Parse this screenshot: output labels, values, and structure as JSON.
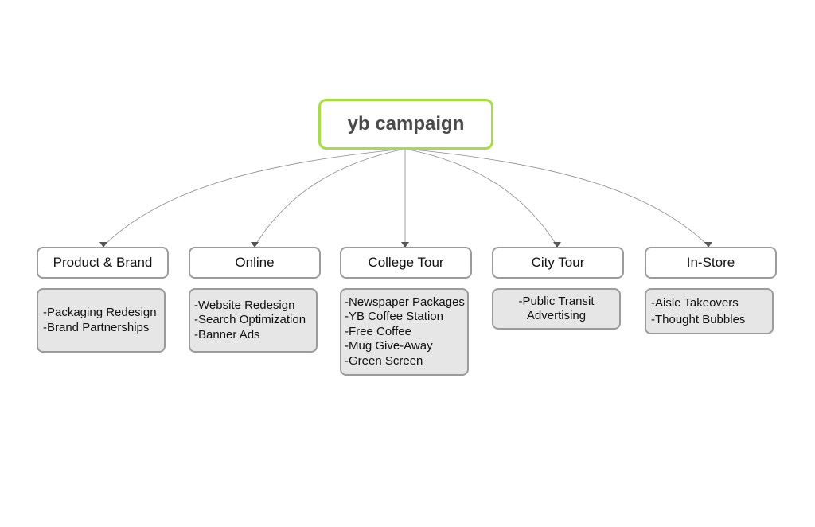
{
  "root": {
    "label": "yb campaign",
    "border_color": "#a3e03a"
  },
  "branches": [
    {
      "title": "Product & Brand",
      "items": [
        "-Packaging Redesign",
        "-Brand Partnerships"
      ]
    },
    {
      "title": "Online",
      "items": [
        "-Website Redesign",
        "-Search Optimization",
        "-Banner Ads"
      ]
    },
    {
      "title": "College Tour",
      "items": [
        "-Newspaper Packages",
        "-YB Coffee Station",
        "-Free Coffee",
        "-Mug Give-Away",
        "-Green Screen"
      ]
    },
    {
      "title": "City Tour",
      "items": [
        "-Public Transit",
        "Advertising"
      ]
    },
    {
      "title": "In-Store",
      "items": [
        "-Aisle Takeovers",
        "-Thought Bubbles"
      ]
    }
  ],
  "colors": {
    "node_border": "#9b9b9b",
    "detail_fill": "#e6e6e6",
    "connector": "#8a8a8a"
  }
}
